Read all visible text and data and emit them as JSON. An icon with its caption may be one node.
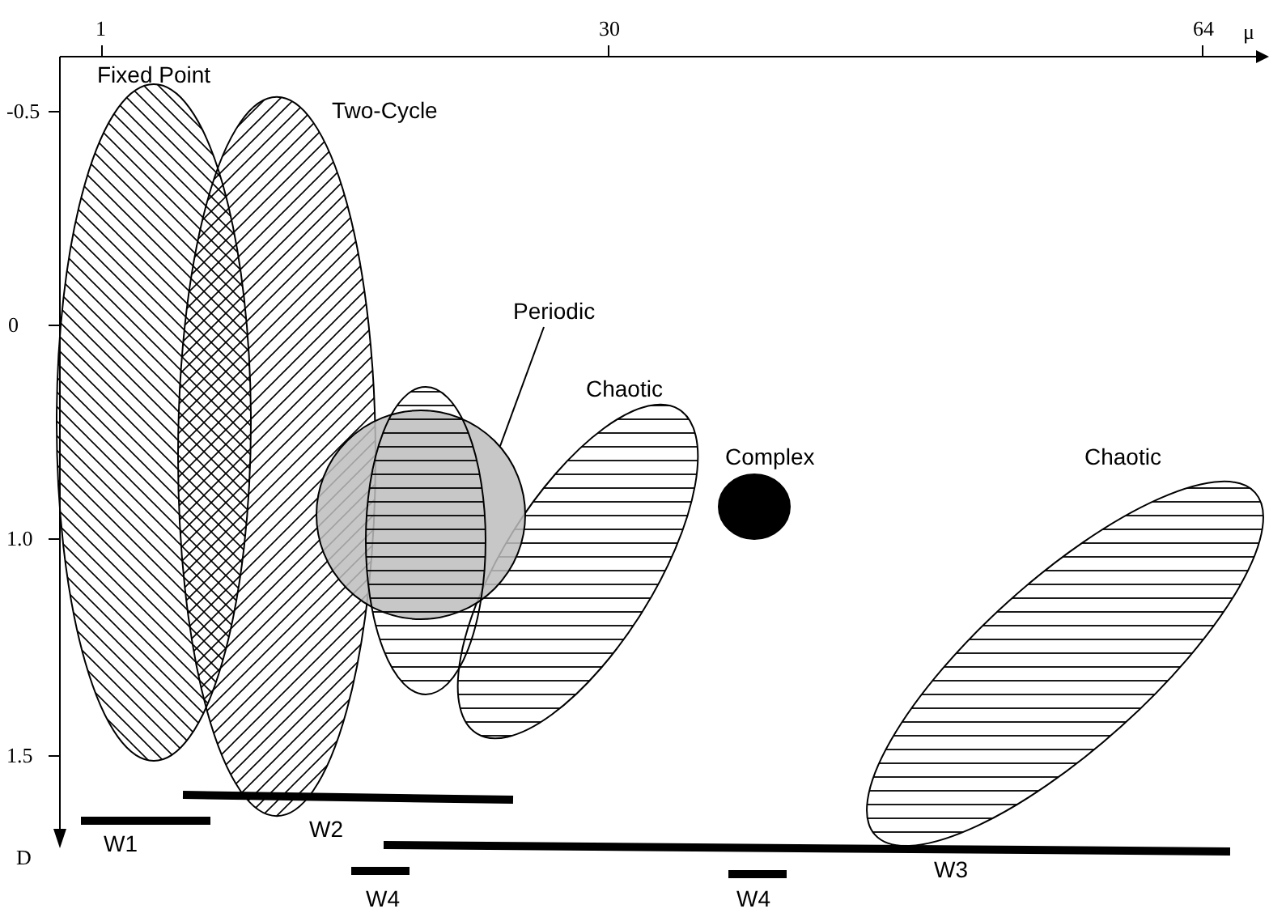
{
  "diagram": {
    "nodes": [
      {
        "text": [
          "Fixed Point"
        ]
      },
      {
        "text": [
          "Two-Cycle"
        ]
      },
      {
        "text": [
          "Periodic"
        ]
      },
      {
        "text": [],
        "shape": "circle"
      },
      {
        "text": [],
        "shape": "ellipse"
      },
      {
        "text": [
          "Chaotic"
        ]
      },
      {
        "text": [
          "Complex"
        ]
      },
      {
        "text": [
          "Chaotic"
        ]
      },
      {
        "text": [
          "W2"
        ]
      },
      {
        "text": [
          "W1"
        ]
      },
      {
        "text": [
          "W3"
        ]
      },
      {
        "text": [
          "W4"
        ]
      },
      {
        "text": [
          "W4"
        ]
      }
    ],
    "edges": [
      {
        "from": 2,
        "to": 3,
        "arrow": "none"
      }
    ],
    "labels": [
      "1",
      "30",
      "64",
      "μ",
      "-0.5",
      "0",
      "1.0",
      "1.5",
      "D"
    ]
  }
}
